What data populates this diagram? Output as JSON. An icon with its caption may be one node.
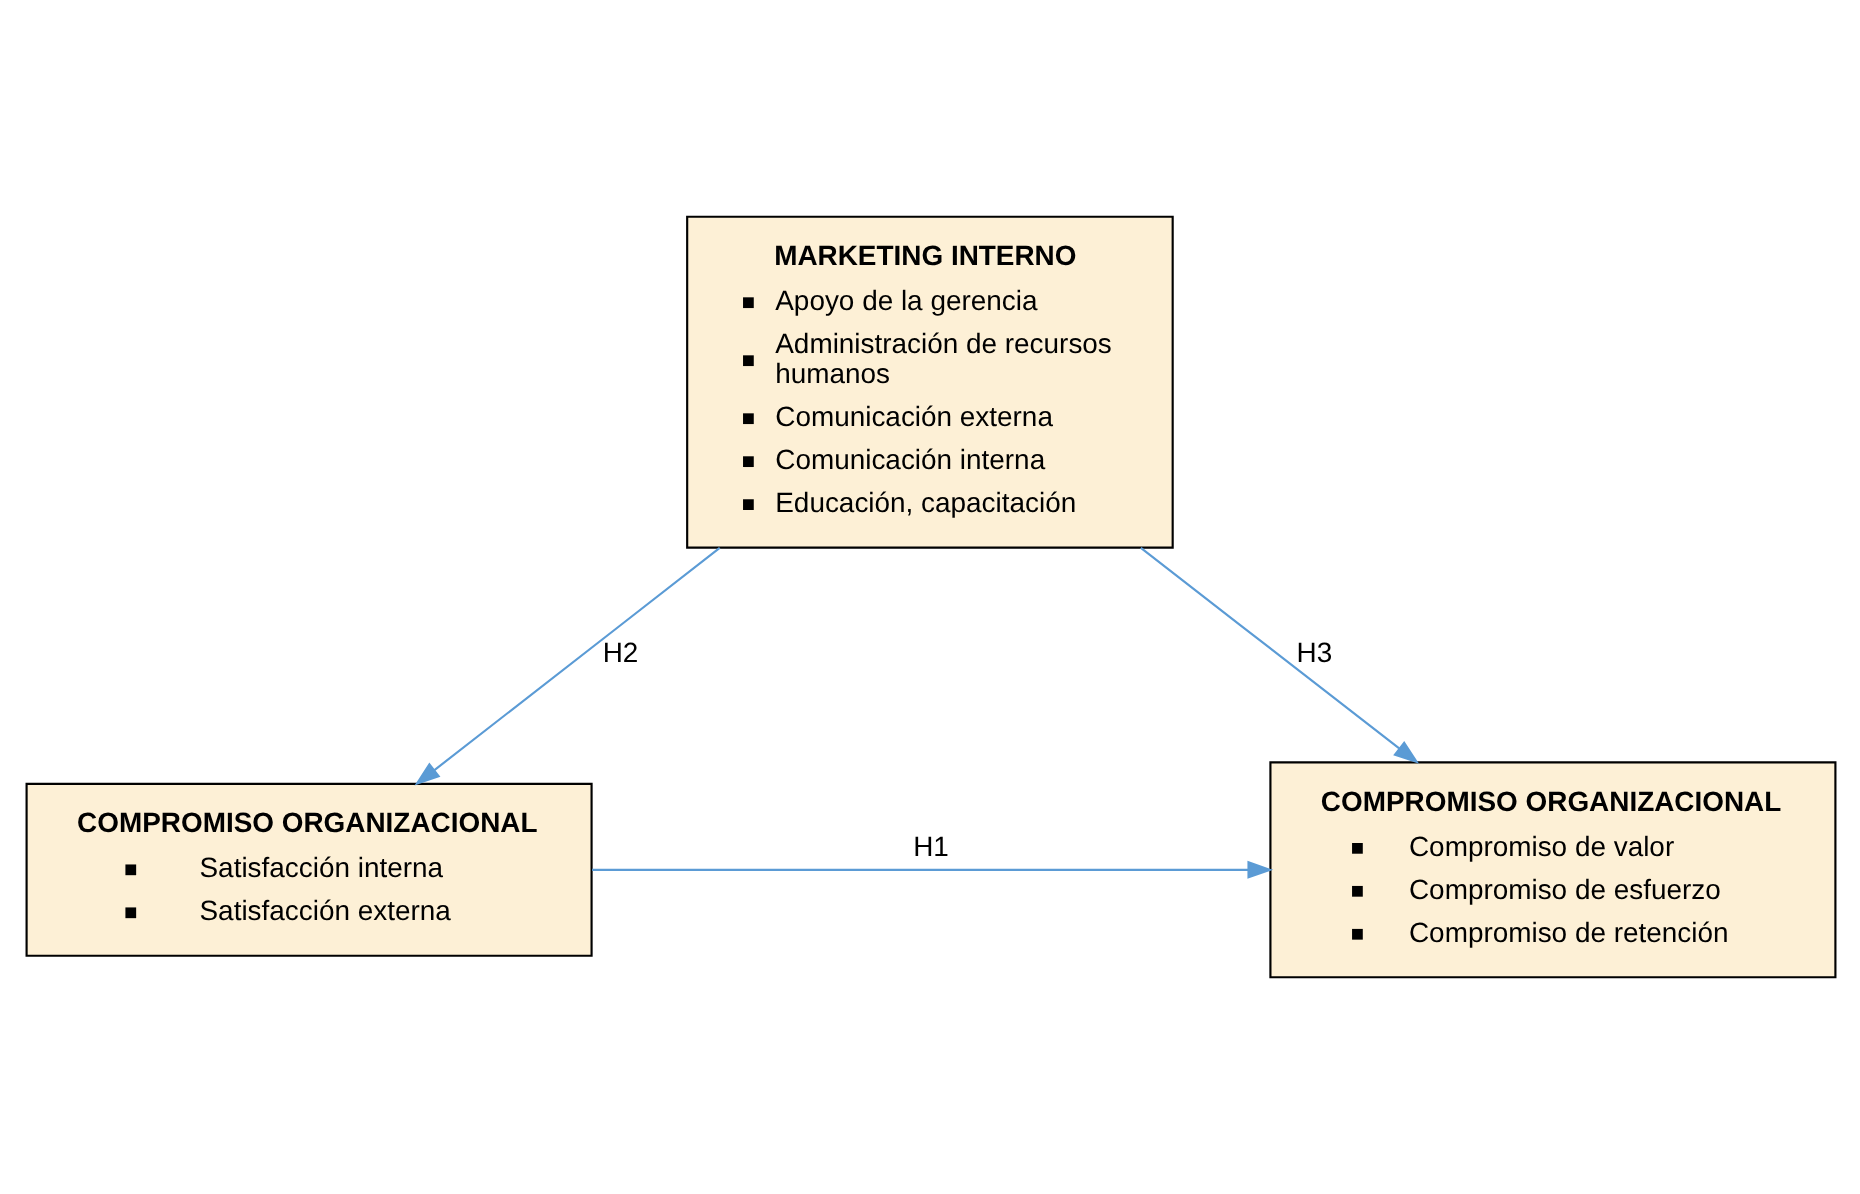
{
  "diagram": {
    "nodes": [
      {
        "text": [
          "MARKETING INTERNO",
          "Apoyo de la gerencia",
          "Administración de recursos humanos",
          "Comunicación externa",
          "Comunicación interna",
          "Educación, capacitación"
        ]
      },
      {
        "text": [
          "COMPROMISO ORGANIZACIONAL",
          "Satisfacción interna",
          "Satisfacción externa"
        ]
      },
      {
        "text": [
          "COMPROMISO ORGANIZACIONAL",
          "Compromiso de valor",
          "Compromiso de esfuerzo",
          "Compromiso de retención"
        ]
      }
    ],
    "edges": [
      {
        "from": 0,
        "to": 1,
        "arrow": "to",
        "label": "H2"
      },
      {
        "from": 0,
        "to": 2,
        "arrow": "to",
        "label": "H3"
      },
      {
        "from": 1,
        "to": 2,
        "arrow": "to",
        "label": "H1"
      }
    ]
  }
}
